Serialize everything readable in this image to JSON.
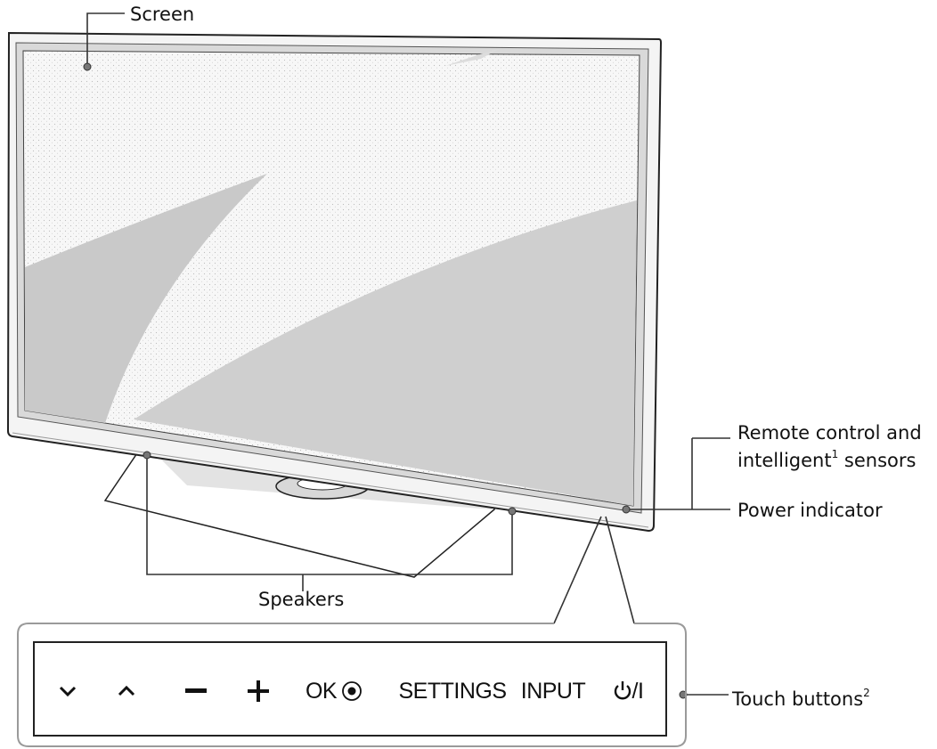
{
  "callouts": {
    "screen": "Screen",
    "sensors_line1": "Remote control and",
    "sensors_line2_prefix": "intelligent",
    "sensors_note": "1",
    "sensors_line2_suffix": " sensors",
    "power_indicator": "Power indicator",
    "speakers": "Speakers",
    "touch_buttons": "Touch buttons",
    "touch_buttons_note": "2"
  },
  "touch_panel": {
    "buttons": [
      {
        "id": "down",
        "icon": "chevron-down-icon",
        "glyph": "⌄"
      },
      {
        "id": "up",
        "icon": "chevron-up-icon",
        "glyph": "⌃"
      },
      {
        "id": "minus",
        "icon": "minus-icon",
        "glyph": "−"
      },
      {
        "id": "plus",
        "icon": "plus-icon",
        "glyph": "+"
      },
      {
        "id": "ok",
        "label": "OK",
        "icon": "ok-dot-icon"
      },
      {
        "id": "settings",
        "label": "SETTINGS"
      },
      {
        "id": "input",
        "label": "INPUT"
      },
      {
        "id": "power",
        "icon": "power-icon",
        "label": "/I"
      }
    ]
  }
}
